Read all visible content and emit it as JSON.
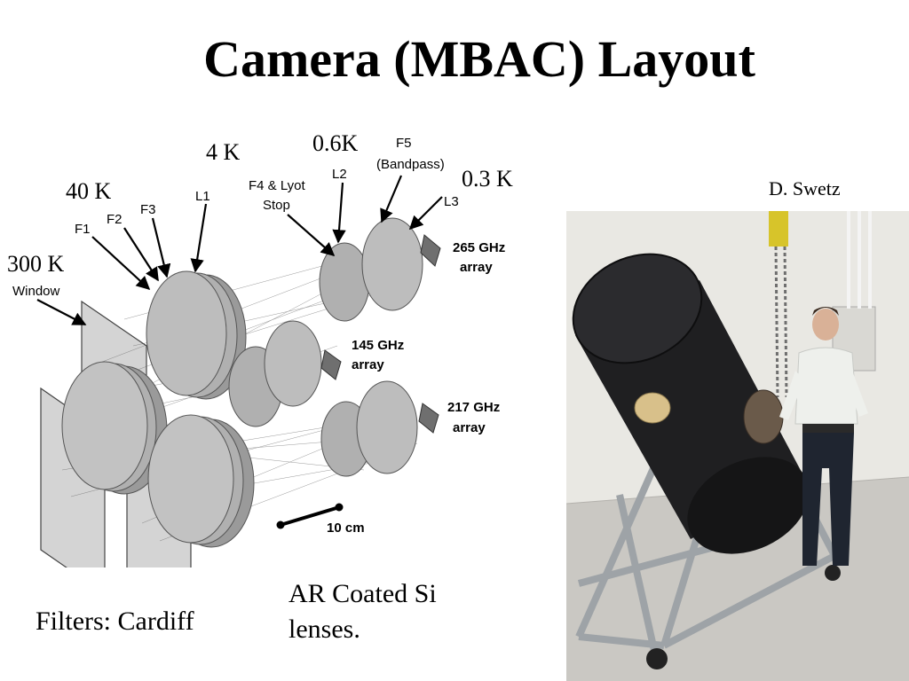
{
  "slide": {
    "title": "Camera (MBAC) Layout",
    "caption_filters": "Filters: Cardiff",
    "caption_lenses_line1": "AR Coated Si",
    "caption_lenses_line2": "lenses.",
    "photo_credit": "D. Swetz"
  },
  "diagram": {
    "stage_labels": {
      "k300": "300 K",
      "k40": "40 K",
      "k4": "4 K",
      "k06": "0.6K",
      "k03": "0.3 K"
    },
    "component_labels": {
      "window": "Window",
      "f1": "F1",
      "f2": "F2",
      "f3": "F3",
      "l1": "L1",
      "f4_line1": "F4 & Lyot",
      "f4_line2": "Stop",
      "l2": "L2",
      "f5": "F5",
      "f5_sub": "(Bandpass)",
      "l3": "L3"
    },
    "arrays": {
      "a265_line1": "265 GHz",
      "a265_line2": "array",
      "a145_line1": "145 GHz",
      "a145_line2": "array",
      "a217_line1": "217 GHz",
      "a217_line2": "array"
    },
    "scale_bar": "10 cm"
  },
  "colors": {
    "lens_fill": "#b8b8b8",
    "lens_edge": "#6d6d6d",
    "filter_fill": "#d2d2d2",
    "floor": "#cfcdc9",
    "wall": "#ecebe6",
    "cryostat": "#1c1c1e"
  }
}
